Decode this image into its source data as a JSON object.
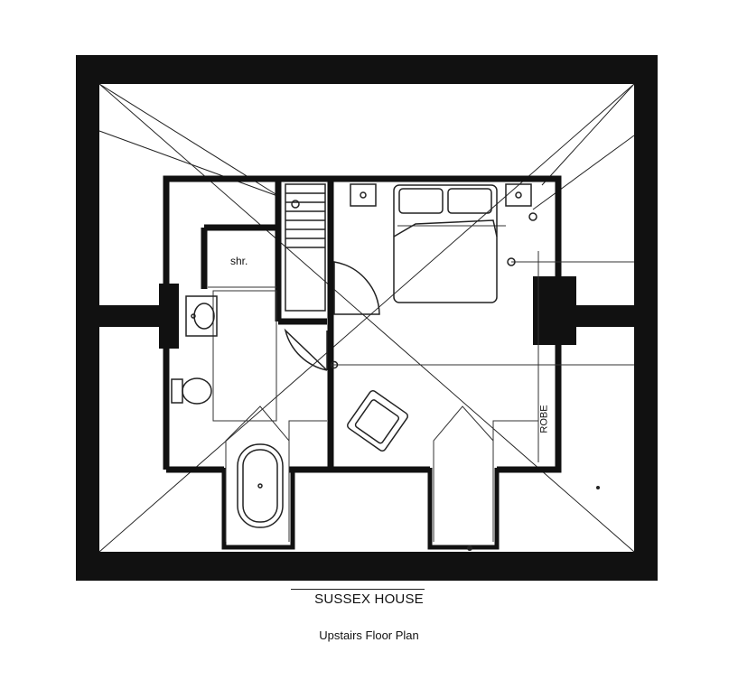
{
  "plan": {
    "title": "SUSSEX HOUSE",
    "subtitle": "Upstairs Floor Plan",
    "labels": {
      "shower": "shr.",
      "robe": "ROBE"
    },
    "colors": {
      "wall": "#111111",
      "line": "#222222",
      "background": "#ffffff"
    }
  }
}
